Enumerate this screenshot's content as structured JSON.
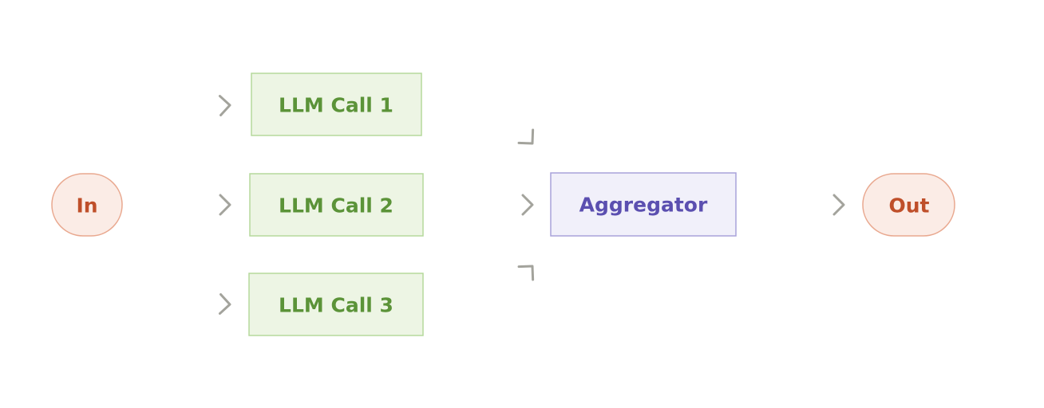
{
  "nodes": {
    "input": {
      "label": "In"
    },
    "llm_call_1": {
      "label": "LLM Call 1"
    },
    "llm_call_2": {
      "label": "LLM Call 2"
    },
    "llm_call_3": {
      "label": "LLM Call 3"
    },
    "aggregator": {
      "label": "Aggregator"
    },
    "output": {
      "label": "Out"
    }
  },
  "colors": {
    "io_fill": "#fbece6",
    "io_stroke": "#e9a88f",
    "io_text": "#bf4f2a",
    "llm_fill": "#edf5e4",
    "llm_stroke": "#b5d99c",
    "llm_text": "#5b9338",
    "aggregator_fill": "#f1f0fa",
    "aggregator_stroke": "#a9a2da",
    "aggregator_text": "#5b4fb0",
    "arrow": "#a3a39c"
  }
}
